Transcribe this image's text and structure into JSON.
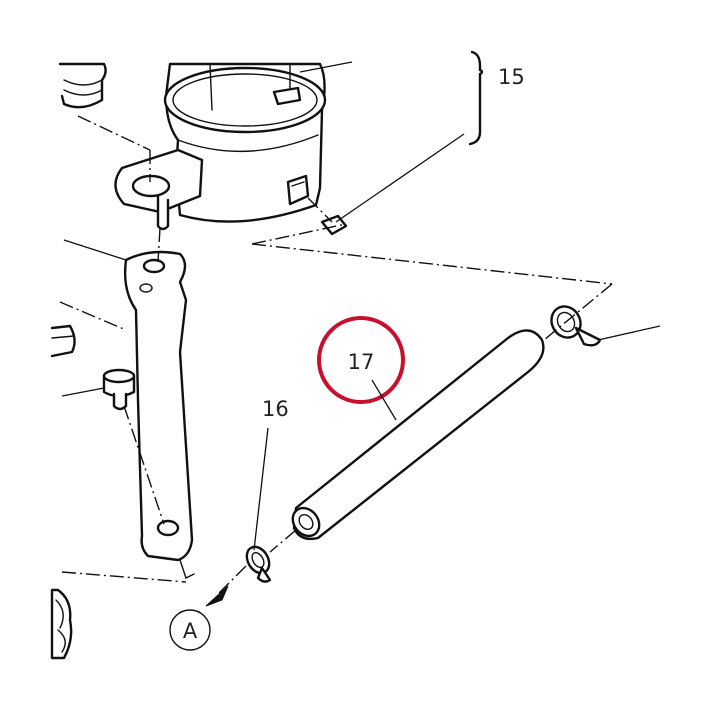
{
  "labels": {
    "part_15": "15",
    "part_16": "16",
    "part_17": "17",
    "ref_a": "A"
  },
  "colors": {
    "line": "#111111",
    "highlight_ring": "#c8102e",
    "background": "#ffffff"
  },
  "icons": {
    "highlight": "red-circle-highlight",
    "arrow": "arrowhead-icon"
  }
}
